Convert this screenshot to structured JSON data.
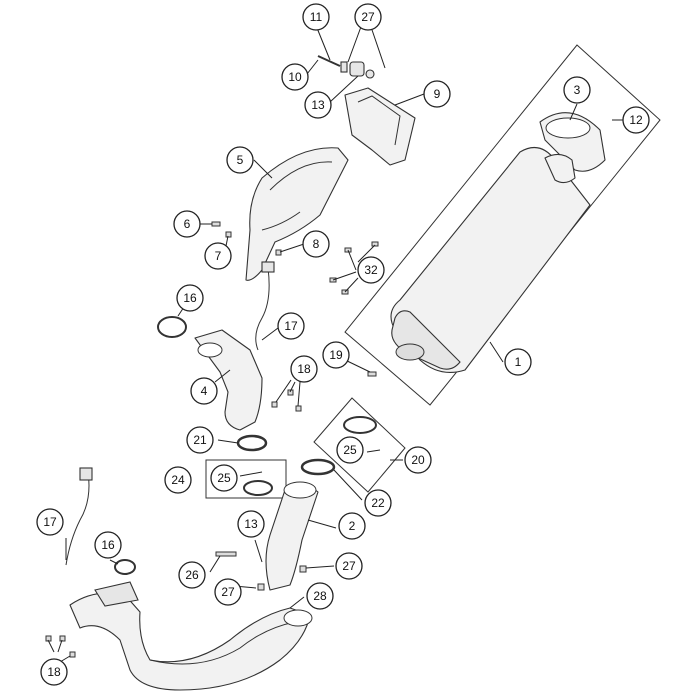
{
  "callouts": [
    {
      "id": "c11",
      "label": "11"
    },
    {
      "id": "c27a",
      "label": "27"
    },
    {
      "id": "c10",
      "label": "10"
    },
    {
      "id": "c13a",
      "label": "13"
    },
    {
      "id": "c9",
      "label": "9"
    },
    {
      "id": "c3",
      "label": "3"
    },
    {
      "id": "c12",
      "label": "12"
    },
    {
      "id": "c5",
      "label": "5"
    },
    {
      "id": "c6",
      "label": "6"
    },
    {
      "id": "c7",
      "label": "7"
    },
    {
      "id": "c8",
      "label": "8"
    },
    {
      "id": "c32",
      "label": "32"
    },
    {
      "id": "c16a",
      "label": "16"
    },
    {
      "id": "c17a",
      "label": "17"
    },
    {
      "id": "c4",
      "label": "4"
    },
    {
      "id": "c18a",
      "label": "18"
    },
    {
      "id": "c19",
      "label": "19"
    },
    {
      "id": "c1",
      "label": "1"
    },
    {
      "id": "c21",
      "label": "21"
    },
    {
      "id": "c25a",
      "label": "25"
    },
    {
      "id": "c20",
      "label": "20"
    },
    {
      "id": "c24",
      "label": "24"
    },
    {
      "id": "c25b",
      "label": "25"
    },
    {
      "id": "c22",
      "label": "22"
    },
    {
      "id": "c17b",
      "label": "17"
    },
    {
      "id": "c16b",
      "label": "16"
    },
    {
      "id": "c13b",
      "label": "13"
    },
    {
      "id": "c2",
      "label": "2"
    },
    {
      "id": "c26",
      "label": "26"
    },
    {
      "id": "c27b",
      "label": "27"
    },
    {
      "id": "c27c",
      "label": "27"
    },
    {
      "id": "c28",
      "label": "28"
    },
    {
      "id": "c18b",
      "label": "18"
    }
  ]
}
